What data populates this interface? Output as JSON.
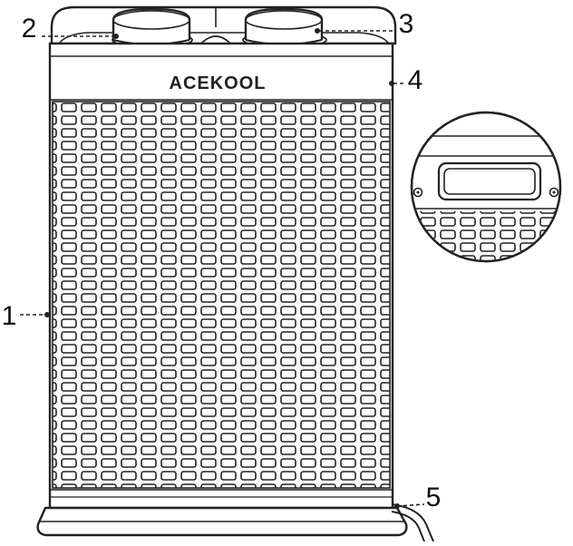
{
  "brand": "ACEKOOL",
  "callouts": [
    {
      "id": "1",
      "label": "1"
    },
    {
      "id": "2",
      "label": "2"
    },
    {
      "id": "3",
      "label": "3"
    },
    {
      "id": "4",
      "label": "4"
    },
    {
      "id": "5",
      "label": "5"
    }
  ],
  "colors": {
    "line": "#222222",
    "background": "#ffffff"
  }
}
